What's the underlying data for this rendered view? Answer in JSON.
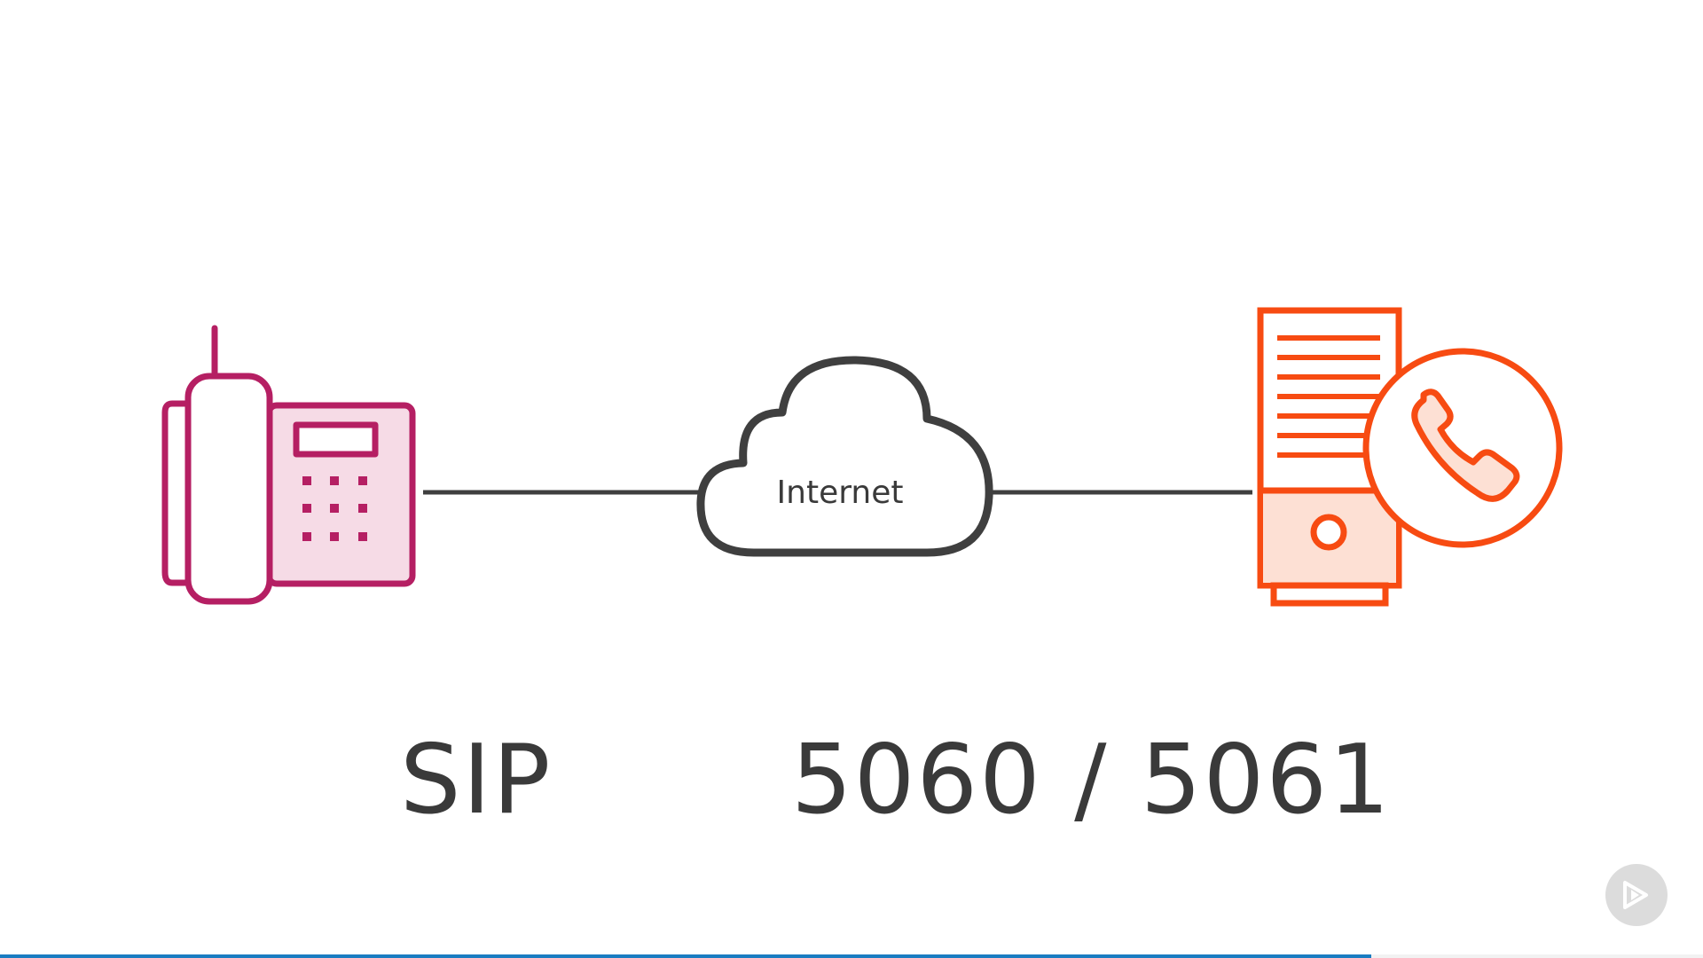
{
  "diagram": {
    "cloud_label": "Internet",
    "protocol": "SIP",
    "ports": "5060 / 5061"
  },
  "colors": {
    "phone": "#b51f63",
    "phone_fill": "#f6dbe6",
    "server": "#f74b12",
    "server_fill": "#fde0d4",
    "line": "#3f3f3f",
    "text": "#3a3a3a",
    "progress": "#1a7cc1"
  },
  "icons": {
    "desk_phone": "desk-phone-icon",
    "cloud": "cloud-icon",
    "server": "server-icon",
    "call": "phone-call-icon",
    "player": "play-icon"
  },
  "player": {
    "progress": 0.805
  }
}
